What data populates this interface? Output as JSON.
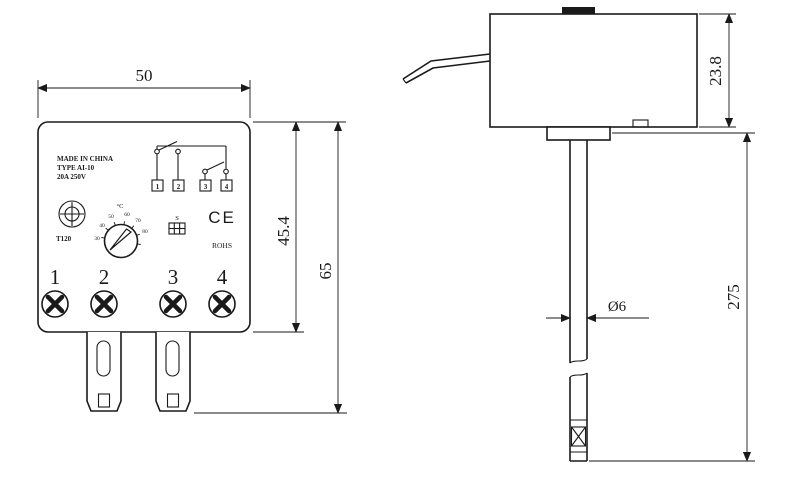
{
  "colors": {
    "line": "#1a1a1a",
    "background": "#ffffff"
  },
  "front_view": {
    "dim_width": "50",
    "dim_body_height": "45.4",
    "dim_total_height": "65",
    "made_in": "MADE IN CHINA",
    "type_label": "TYPE AI-10",
    "rating": "20A 250V",
    "thermal_code": "T120",
    "dial_unit": "°C",
    "dial_labels": [
      "30",
      "40",
      "50",
      "60",
      "70",
      "80"
    ],
    "circuit_terminals": [
      "1",
      "2",
      "3",
      "4"
    ],
    "terminal_numbers": [
      "1",
      "2",
      "3",
      "4"
    ],
    "sensor_label": "S",
    "ce_mark": "CE",
    "rohs_label": "ROHS"
  },
  "side_view": {
    "dim_body_width": "23.8",
    "dim_probe_diameter": "Ø6",
    "dim_probe_length": "275"
  }
}
